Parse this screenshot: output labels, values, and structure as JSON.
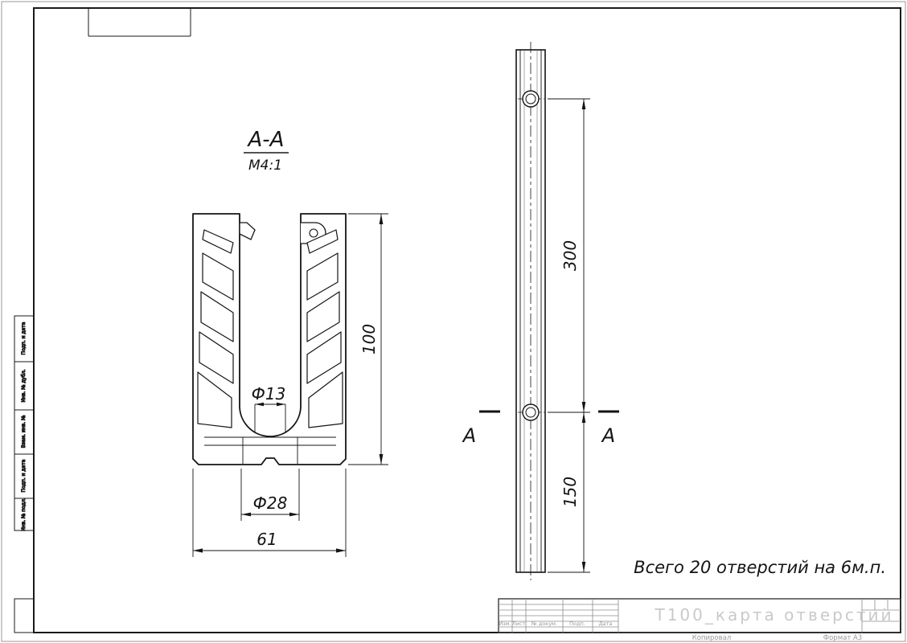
{
  "sheet": {
    "side_labels": [
      "Подп. и дата",
      "Инв. № дубл.",
      "Взам. инв. №",
      "Подп. и дата",
      "Инв. № подл."
    ]
  },
  "section_view": {
    "title": "А-А",
    "scale": "М4:1",
    "dim_height": "100",
    "dim_slot_dia": "Ф13",
    "dim_seat_dia": "Ф28",
    "dim_width": "61"
  },
  "side_view": {
    "dim_hole_spacing": "300",
    "dim_bottom_offset": "150",
    "cut_label_left": "А",
    "cut_label_right": "А"
  },
  "note": "Всего 20 отверстий на 6м.п.",
  "title_block": {
    "doc_title": "T100_карта отверстий",
    "header_cols": [
      "Изм.",
      "Лист",
      "№ докум.",
      "Подп.",
      "Дата"
    ],
    "copied_label": "Копировал",
    "format_label": "Формат А3"
  }
}
